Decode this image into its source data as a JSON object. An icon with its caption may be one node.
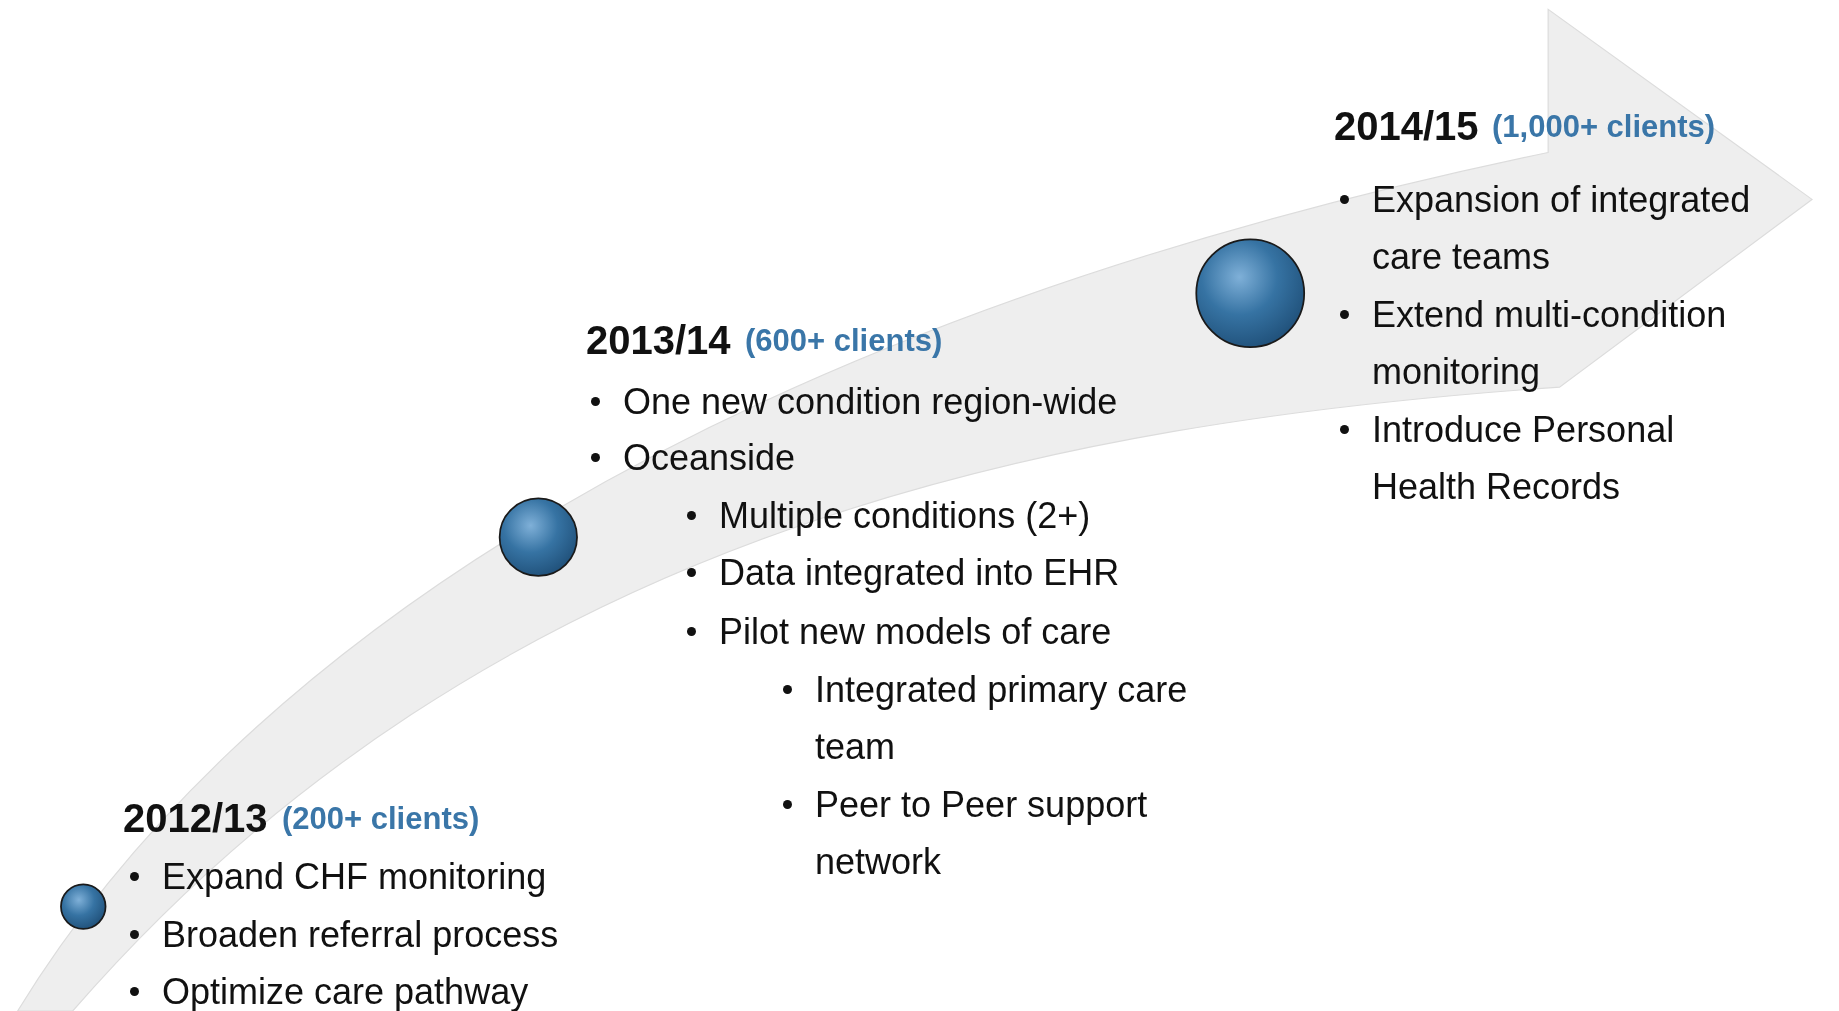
{
  "diagram": {
    "nodes": [
      {
        "text": [],
        "shape": "circle"
      },
      {
        "text": [],
        "shape": "circle"
      },
      {
        "text": [],
        "shape": "circle"
      }
    ],
    "labels": [
      "2012/13",
      "(200+ clients)",
      "Expand CHF monitoring",
      "Broaden referral process",
      "Optimize care pathway",
      "2013/14",
      "(600+ clients)",
      "One new condition region-wide",
      "Oceanside",
      "Multiple conditions (2+)",
      "Data integrated into EHR",
      "Pilot new models of care",
      "Integrated primary care team",
      "Peer to Peer support network",
      "2014/15",
      "(1,000+ clients)",
      "Expansion of integrated care teams",
      "Extend multi-condition monitoring",
      "Introduce Personal Health Records"
    ]
  }
}
